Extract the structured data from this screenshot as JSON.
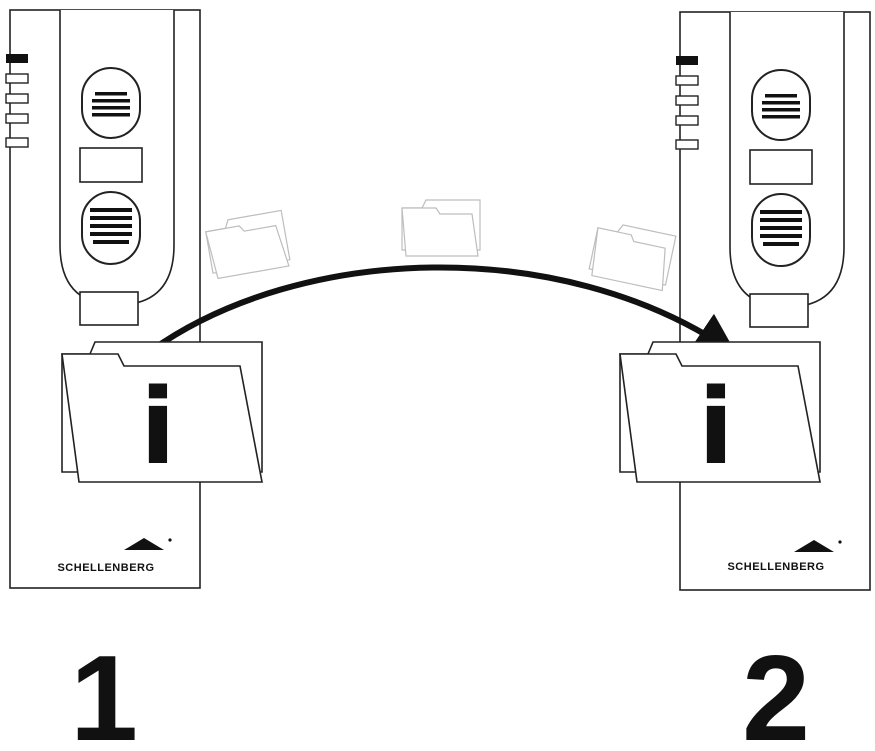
{
  "brand_name": "SCHELLENBERG",
  "info_symbol": "i",
  "steps": [
    {
      "number": "1"
    },
    {
      "number": "2"
    }
  ],
  "colors": {
    "stroke": "#222222",
    "fill": "#ffffff",
    "ghost": "#bdbdbd",
    "arrow": "#111111"
  }
}
